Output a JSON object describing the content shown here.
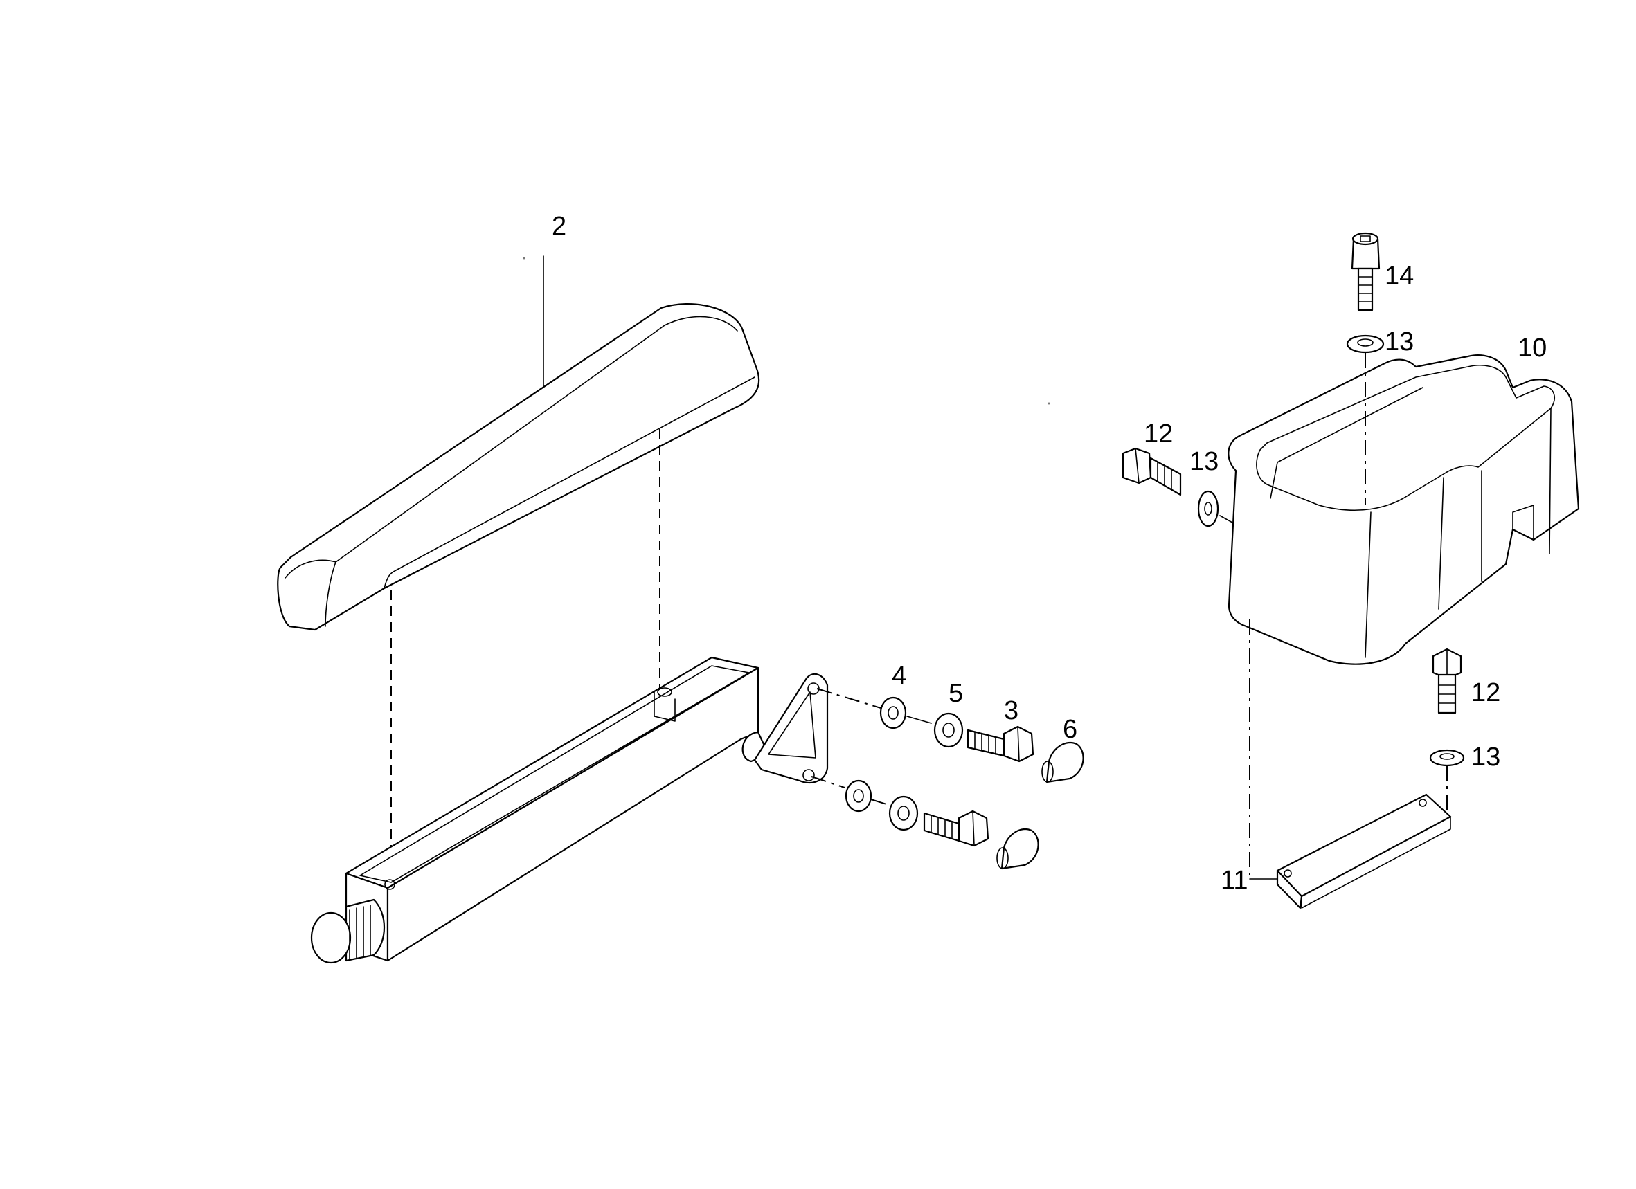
{
  "diagram": {
    "labels": {
      "part_2": "2",
      "part_3": "3",
      "part_4": "4",
      "part_5": "5",
      "part_6": "6",
      "part_10": "10",
      "part_11": "11",
      "part_12_top": "12",
      "part_12_bottom": "12",
      "part_13_top": "13",
      "part_13_mid": "13",
      "part_13_bottom": "13",
      "part_14": "14"
    }
  }
}
